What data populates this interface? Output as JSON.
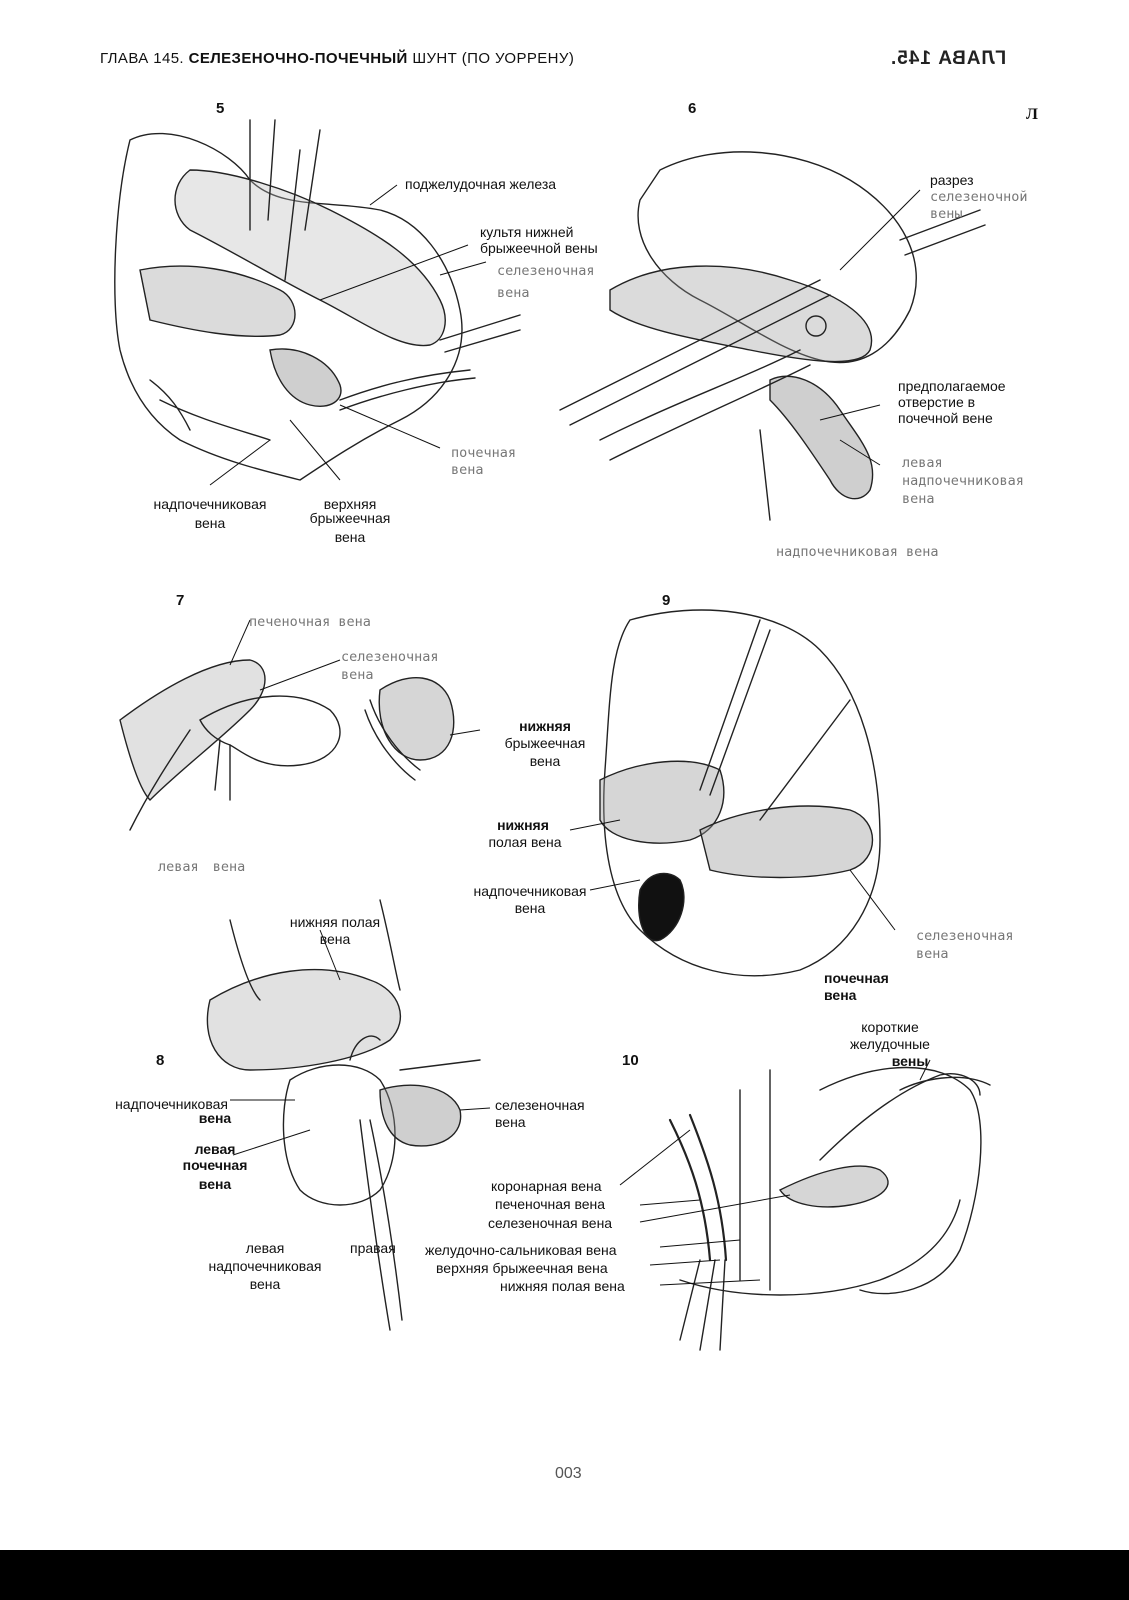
{
  "header": {
    "chapter": "ГЛАВА 145.",
    "title_bold": "СЕЛЕЗЕНОЧНО-ПОЧЕЧНЫЙ",
    "title_rest": "ШУНТ (ПО УОРРЕНУ)",
    "mirrored": "ГЛАВА 145.",
    "corner_mark": "Л"
  },
  "figures": {
    "f5": {
      "number": "5",
      "pancreas": "поджелудочная железа",
      "imv_stump_1": "культя нижней",
      "imv_stump_2": "брыжеечной вены",
      "splenic_1": "селезеночная",
      "splenic_2": "вена",
      "renal_1": "почечная",
      "renal_2": "вена",
      "adrenal_1": "надпочечниковая",
      "adrenal_2": "вена",
      "smv_1": "верхняя",
      "smv_2": "брыжеечная",
      "smv_3": "вена"
    },
    "f6": {
      "number": "6",
      "incision_1": "разрез",
      "incision_2": "селезеночной",
      "incision_3": "вены",
      "opening_1": "предполагаемое",
      "opening_2": "отверстие в",
      "opening_3": "почечной вене",
      "left_adrenal_1": "левая",
      "left_adrenal_2": "надпочечниковая",
      "left_adrenal_3": "вена",
      "adrenal": "надпочечниковая вена"
    },
    "f7": {
      "number": "7",
      "hepatic": "печеночная вена",
      "splenic_1": "селезеночная",
      "splenic_2": "вена",
      "imv_1": "нижняя",
      "imv_2": "брыжеечная",
      "imv_3": "вена",
      "left_vein": "левая вена"
    },
    "f9": {
      "number": "9",
      "ivc_1": "нижняя",
      "ivc_2": "полая вена",
      "adrenal_1": "надпочечниковая",
      "adrenal_2": "вена",
      "splenic_1": "селезеночная",
      "splenic_2": "вена",
      "renal_1": "почечная",
      "renal_2": "вена"
    },
    "f8": {
      "number": "8",
      "ivc_1": "нижняя полая",
      "ivc_2": "вена",
      "adrenal_1": "надпочечниковая",
      "adrenal_2": "вена",
      "left_renal_1": "левая",
      "left_renal_2": "почечная",
      "left_renal_3": "вена",
      "splenic_1": "селезеночная",
      "splenic_2": "вена",
      "left_adrenal_1": "левая",
      "left_adrenal_2": "надпочечниковая",
      "left_adrenal_3": "вена",
      "right": "правая"
    },
    "f10": {
      "number": "10",
      "short_gastric_1": "короткие",
      "short_gastric_2": "желудочные",
      "short_gastric_3": "вены",
      "coronary": "коронарная вена",
      "hepatic": "печеночная вена",
      "splenic": "селезеночная вена",
      "gastroepiploic": "желудочно-сальниковая вена",
      "smv": "верхняя брыжеечная вена",
      "ivc": "нижняя полая вена"
    }
  },
  "page_number": "003"
}
